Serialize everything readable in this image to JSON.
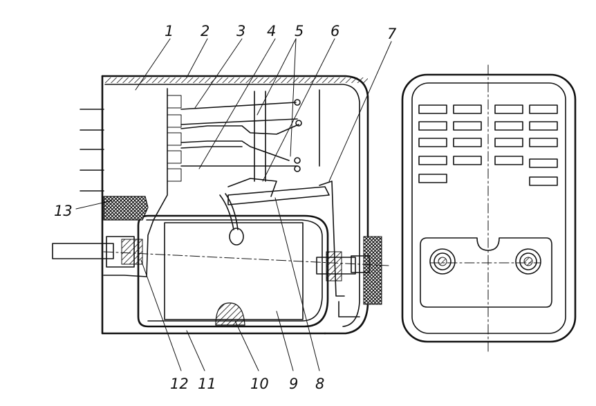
{
  "diagram": {
    "callouts": [
      "1",
      "2",
      "3",
      "4",
      "5",
      "6",
      "7",
      "8",
      "9",
      "10",
      "11",
      "12",
      "13"
    ],
    "label_13": "13",
    "colors": {
      "ink": "#111111",
      "paper": "#ffffff"
    }
  }
}
